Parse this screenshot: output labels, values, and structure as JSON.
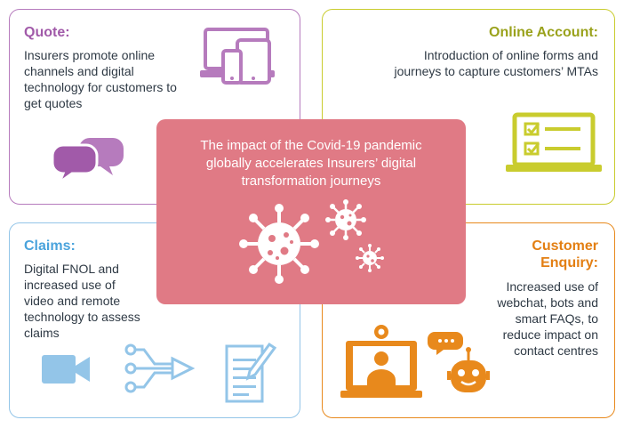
{
  "center": {
    "text": "The impact of the Covid-19 pandemic globally accelerates Insurers’ digital transformation journeys",
    "color": "#e07a85"
  },
  "quote": {
    "title": "Quote:",
    "body": "Insurers promote online channels and digital technology for customers to get quotes",
    "color": "#b67bbd",
    "icons": [
      "devices-icon",
      "chat-bubbles-icon"
    ]
  },
  "online_account": {
    "title": "Online Account:",
    "body": "Introduction of online forms and journeys to capture customers’ MTAs",
    "color": "#c9cc2e",
    "icons": [
      "laptop-checklist-icon"
    ]
  },
  "claims": {
    "title": "Claims:",
    "body": "Digital FNOL and increased use of video and remote technology to assess claims",
    "color": "#93c5e8",
    "icons": [
      "video-camera-icon",
      "merge-arrow-icon",
      "document-pen-icon"
    ]
  },
  "customer_enquiry": {
    "title": "Customer Enquiry:",
    "body": "Increased use of webchat, bots and smart FAQs, to reduce impact on contact centres",
    "color": "#e8891c",
    "icons": [
      "video-call-agent-icon",
      "chatbot-icon"
    ]
  },
  "virus_icons": [
    "virus-icon-large",
    "virus-icon-medium",
    "virus-icon-small"
  ]
}
